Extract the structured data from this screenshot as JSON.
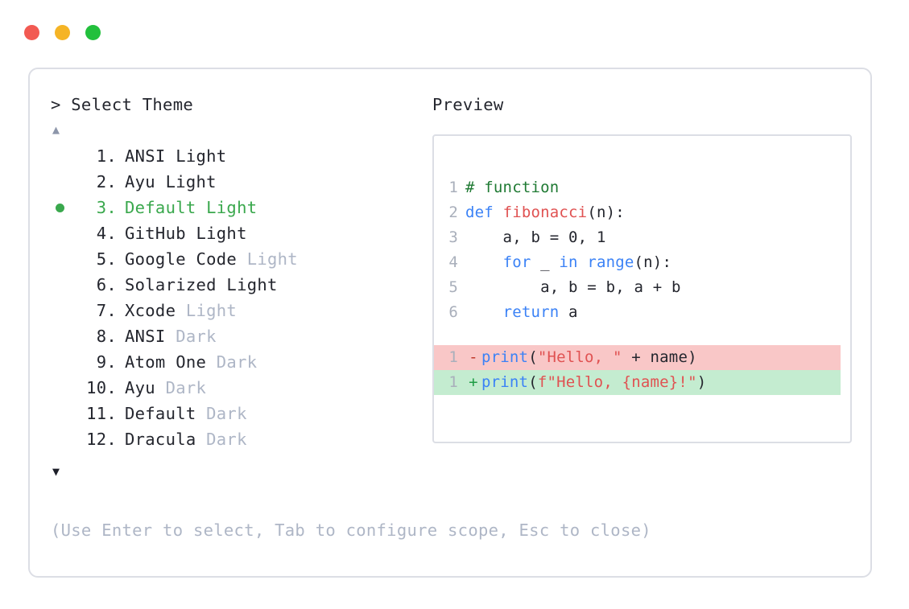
{
  "window": {
    "traffic_lights": [
      {
        "name": "close",
        "color": "#f25a52"
      },
      {
        "name": "minimize",
        "color": "#f5b425"
      },
      {
        "name": "maximize",
        "color": "#22c03c"
      }
    ]
  },
  "left": {
    "prompt": "> Select Theme",
    "scroll_up_icon": "▲",
    "scroll_down_icon": "▼",
    "selected_index": 3,
    "selected_color": "#3aa84d",
    "items": [
      {
        "num": "1.",
        "name": "ANSI",
        "variant": "Light",
        "variant_dim": false,
        "selected": false
      },
      {
        "num": "2.",
        "name": "Ayu",
        "variant": "Light",
        "variant_dim": false,
        "selected": false
      },
      {
        "num": "3.",
        "name": "Default",
        "variant": "Light",
        "variant_dim": false,
        "selected": true
      },
      {
        "num": "4.",
        "name": "GitHub",
        "variant": "Light",
        "variant_dim": false,
        "selected": false
      },
      {
        "num": "5.",
        "name": "Google Code",
        "variant": "Light",
        "variant_dim": true,
        "selected": false
      },
      {
        "num": "6.",
        "name": "Solarized",
        "variant": "Light",
        "variant_dim": false,
        "selected": false
      },
      {
        "num": "7.",
        "name": "Xcode",
        "variant": "Light",
        "variant_dim": true,
        "selected": false
      },
      {
        "num": "8.",
        "name": "ANSI",
        "variant": "Dark",
        "variant_dim": true,
        "selected": false
      },
      {
        "num": "9.",
        "name": "Atom One",
        "variant": "Dark",
        "variant_dim": true,
        "selected": false
      },
      {
        "num": "10.",
        "name": "Ayu",
        "variant": "Dark",
        "variant_dim": true,
        "selected": false
      },
      {
        "num": "11.",
        "name": "Default",
        "variant": "Dark",
        "variant_dim": true,
        "selected": false
      },
      {
        "num": "12.",
        "name": "Dracula",
        "variant": "Dark",
        "variant_dim": true,
        "selected": false
      }
    ],
    "hint": "(Use Enter to select, Tab to configure scope, Esc to close)"
  },
  "right": {
    "label": "Preview",
    "code_lines": [
      {
        "num": "1",
        "tokens": [
          {
            "text": "# function",
            "type": "comment"
          }
        ]
      },
      {
        "num": "2",
        "tokens": [
          {
            "text": "def ",
            "type": "kw"
          },
          {
            "text": "fibonacci",
            "type": "fn"
          },
          {
            "text": "(n):",
            "type": "plain"
          }
        ]
      },
      {
        "num": "3",
        "tokens": [
          {
            "text": "    a, b = 0, 1",
            "type": "plain"
          }
        ]
      },
      {
        "num": "4",
        "tokens": [
          {
            "text": "    ",
            "type": "plain"
          },
          {
            "text": "for",
            "type": "kw"
          },
          {
            "text": " _ ",
            "type": "plain"
          },
          {
            "text": "in range",
            "type": "kw"
          },
          {
            "text": "(n):",
            "type": "plain"
          }
        ]
      },
      {
        "num": "5",
        "tokens": [
          {
            "text": "        a, b = b, a + b",
            "type": "plain"
          }
        ]
      },
      {
        "num": "6",
        "tokens": [
          {
            "text": "    ",
            "type": "plain"
          },
          {
            "text": "return",
            "type": "kw"
          },
          {
            "text": " a",
            "type": "plain"
          }
        ]
      }
    ],
    "diff_lines": [
      {
        "num": "1",
        "marker": "-",
        "kind": "delete",
        "bg": "#f9c7c7",
        "tokens": [
          {
            "text": "print",
            "type": "kw"
          },
          {
            "text": "(",
            "type": "plain"
          },
          {
            "text": "\"Hello, \"",
            "type": "str"
          },
          {
            "text": " + name)",
            "type": "plain"
          }
        ]
      },
      {
        "num": "1",
        "marker": "+",
        "kind": "add",
        "bg": "#c4ecd0",
        "tokens": [
          {
            "text": "print",
            "type": "kw"
          },
          {
            "text": "(",
            "type": "plain"
          },
          {
            "text": "f\"Hello, {name}!\"",
            "type": "str"
          },
          {
            "text": ")",
            "type": "plain"
          }
        ]
      }
    ]
  }
}
